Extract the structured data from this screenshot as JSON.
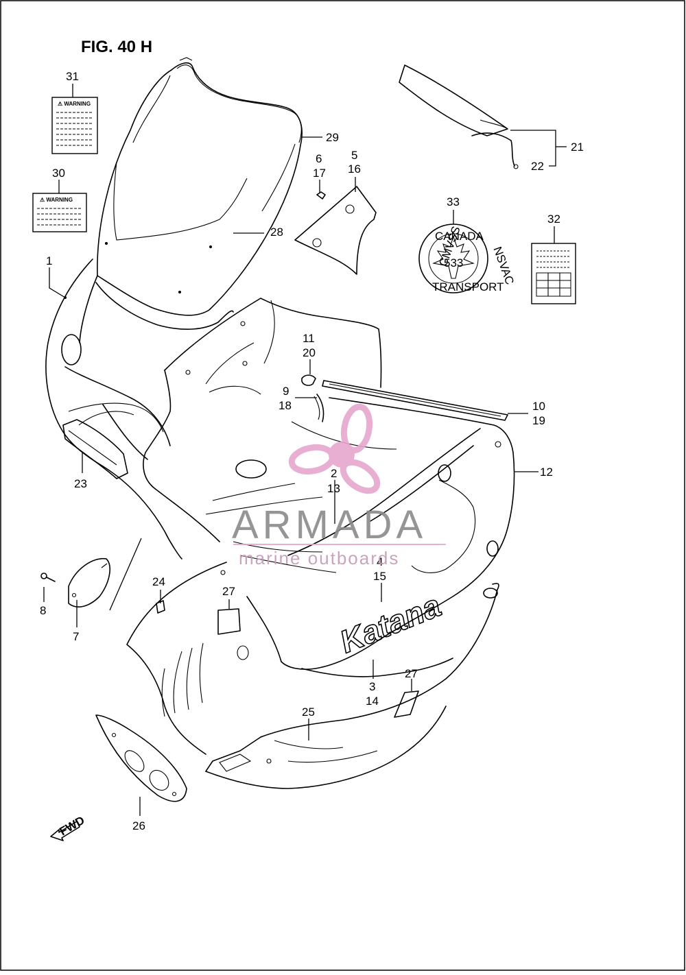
{
  "figure": {
    "title": "FIG. 40 H"
  },
  "labels": {
    "warning_label_31": "⚠ WARNING",
    "warning_label_30": "⚠ WARNING",
    "canada_seal": {
      "top": "CANADA",
      "left": "CMVSS",
      "right": "NSVAC",
      "bottom": "TRANSPORT",
      "center": "533"
    },
    "brand_decal": "Katana",
    "fwd_arrow": "FWD"
  },
  "watermark": {
    "name": "ARMADA",
    "tagline": "marine outboards",
    "color": "#e7a7cf"
  },
  "callouts": {
    "c1": "1",
    "c2": "2",
    "c3": "3",
    "c4": "4",
    "c5": "5",
    "c6": "6",
    "c7": "7",
    "c8": "8",
    "c9": "9",
    "c10": "10",
    "c11": "11",
    "c12": "12",
    "c13": "13",
    "c14": "14",
    "c15": "15",
    "c16": "16",
    "c17": "17",
    "c18": "18",
    "c19": "19",
    "c20": "20",
    "c21": "21",
    "c22": "22",
    "c23": "23",
    "c24": "24",
    "c25": "25",
    "c26": "26",
    "c27a": "27",
    "c27b": "27",
    "c28": "28",
    "c29": "29",
    "c30": "30",
    "c31": "31",
    "c32": "32",
    "c33": "33"
  }
}
